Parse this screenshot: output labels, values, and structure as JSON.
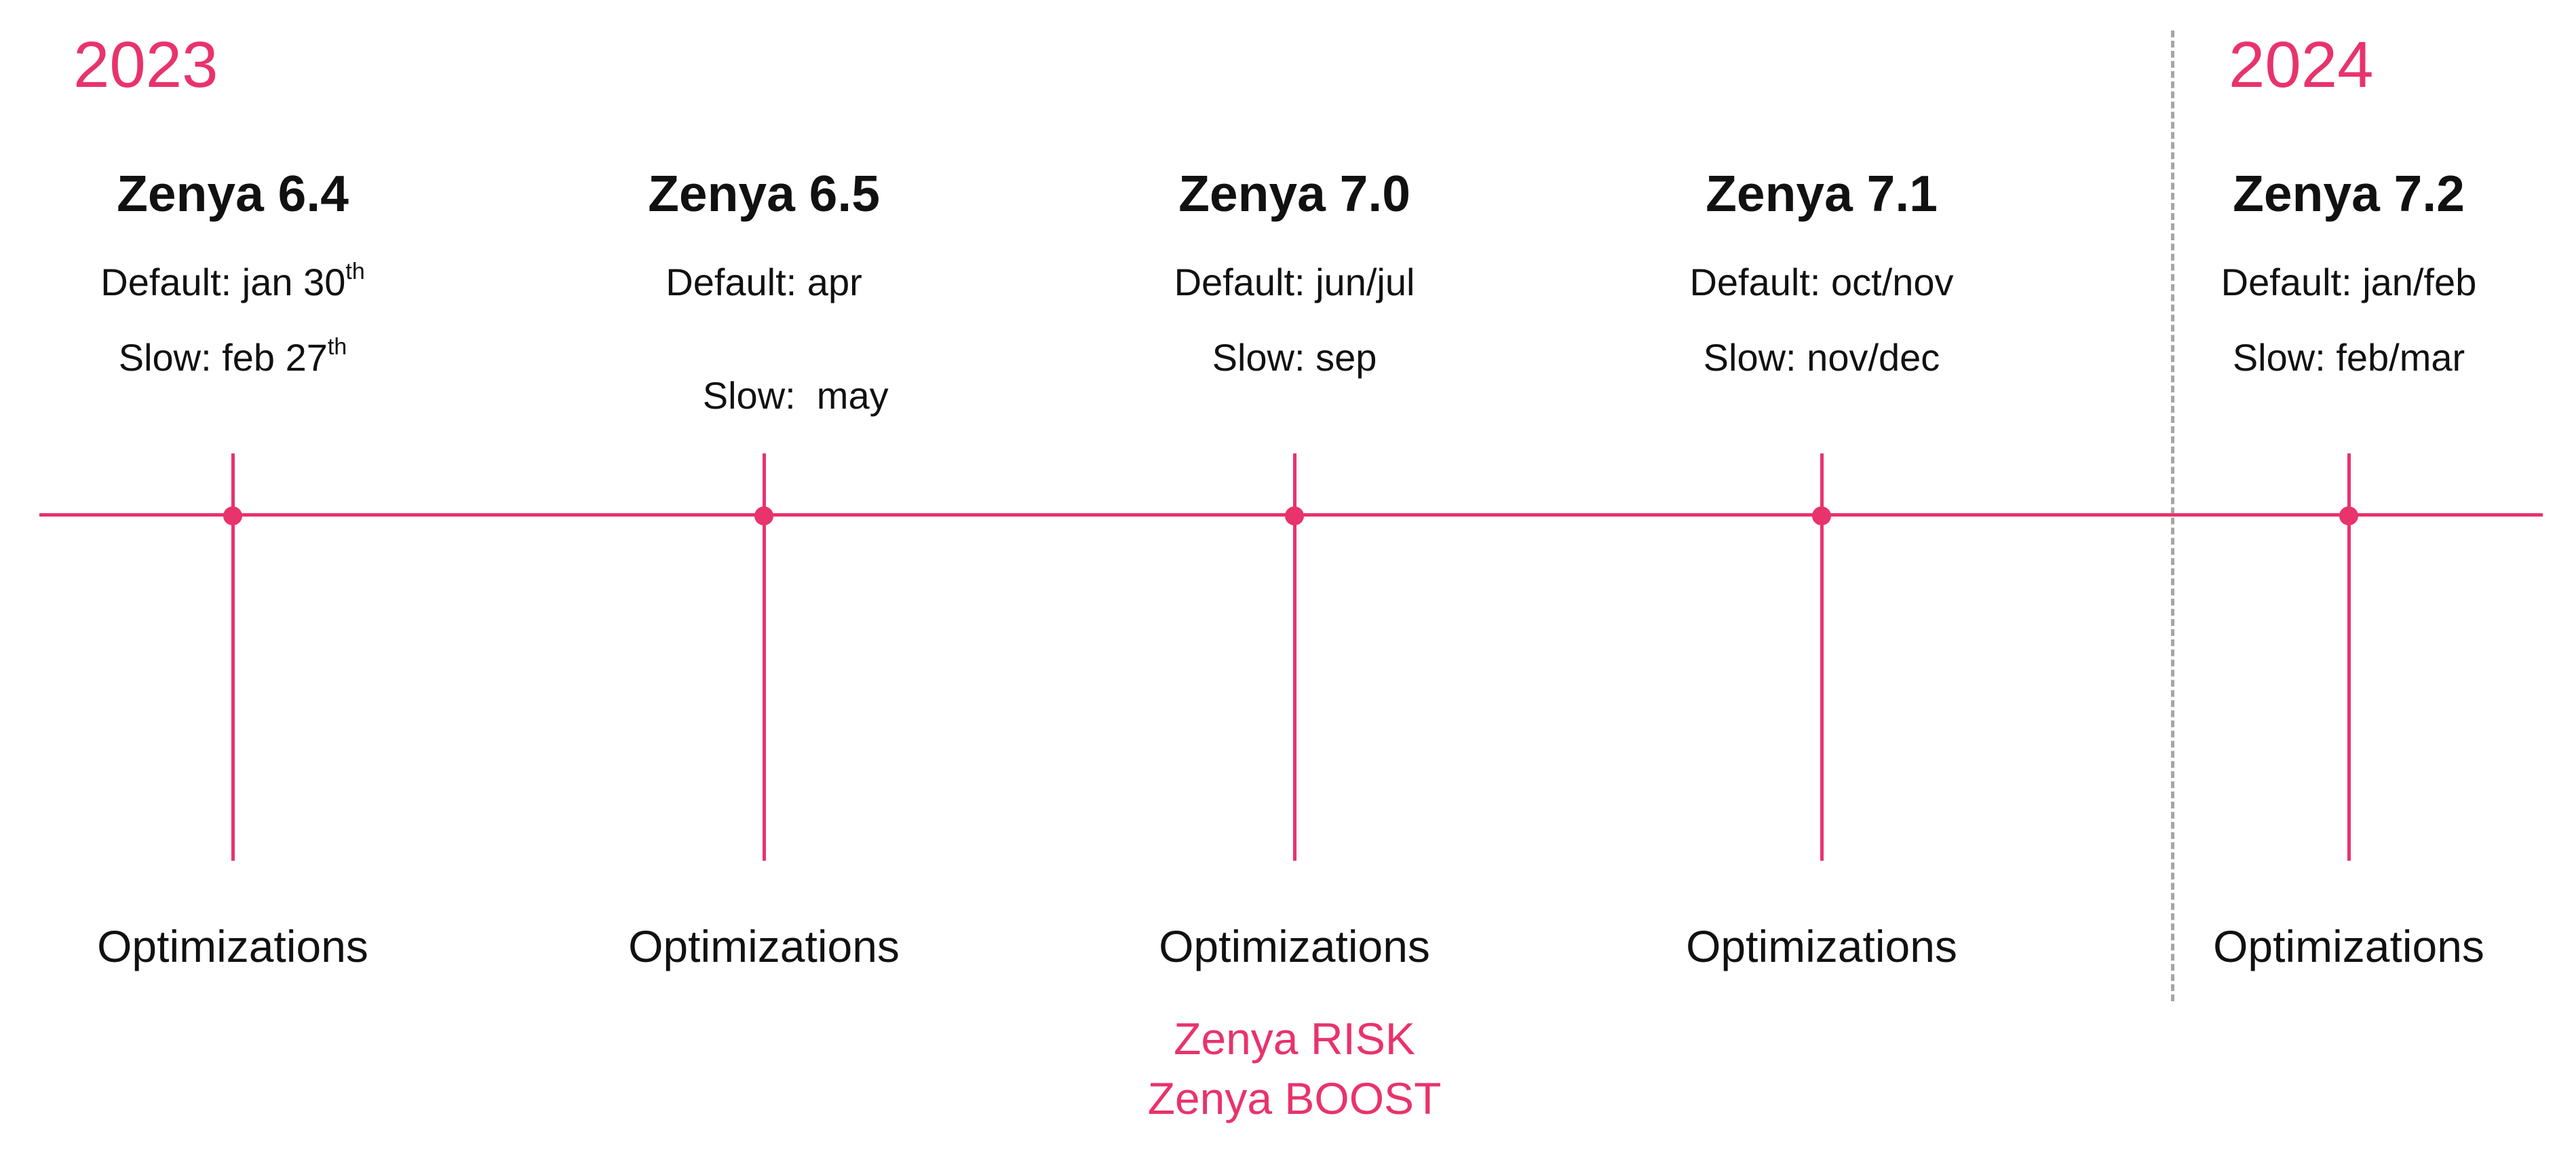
{
  "colors": {
    "accent": "#e8336c",
    "divider": "#a6a6a6",
    "text": "#111111"
  },
  "years": [
    {
      "label": "2023"
    },
    {
      "label": "2024"
    }
  ],
  "releases": [
    {
      "name": "Zenya 6.4",
      "default_text": "Default: jan 30",
      "default_sup": "th",
      "slow_text": "Slow: feb 27",
      "slow_sup": "th",
      "bottom_label": "Optimizations"
    },
    {
      "name": "Zenya 6.5",
      "default_text": "Default: apr",
      "slow_text": "Slow:  may",
      "bottom_label": "Optimizations"
    },
    {
      "name": "Zenya 7.0",
      "default_text": "Default: jun/jul",
      "slow_text": "Slow: sep",
      "bottom_label": "Optimizations",
      "features": [
        "Zenya RISK",
        "Zenya BOOST"
      ]
    },
    {
      "name": "Zenya 7.1",
      "default_text": "Default: oct/nov",
      "slow_text": "Slow: nov/dec",
      "bottom_label": "Optimizations"
    },
    {
      "name": "Zenya 7.2",
      "default_text": "Default: jan/feb",
      "slow_text": "Slow: feb/mar",
      "bottom_label": "Optimizations"
    }
  ]
}
